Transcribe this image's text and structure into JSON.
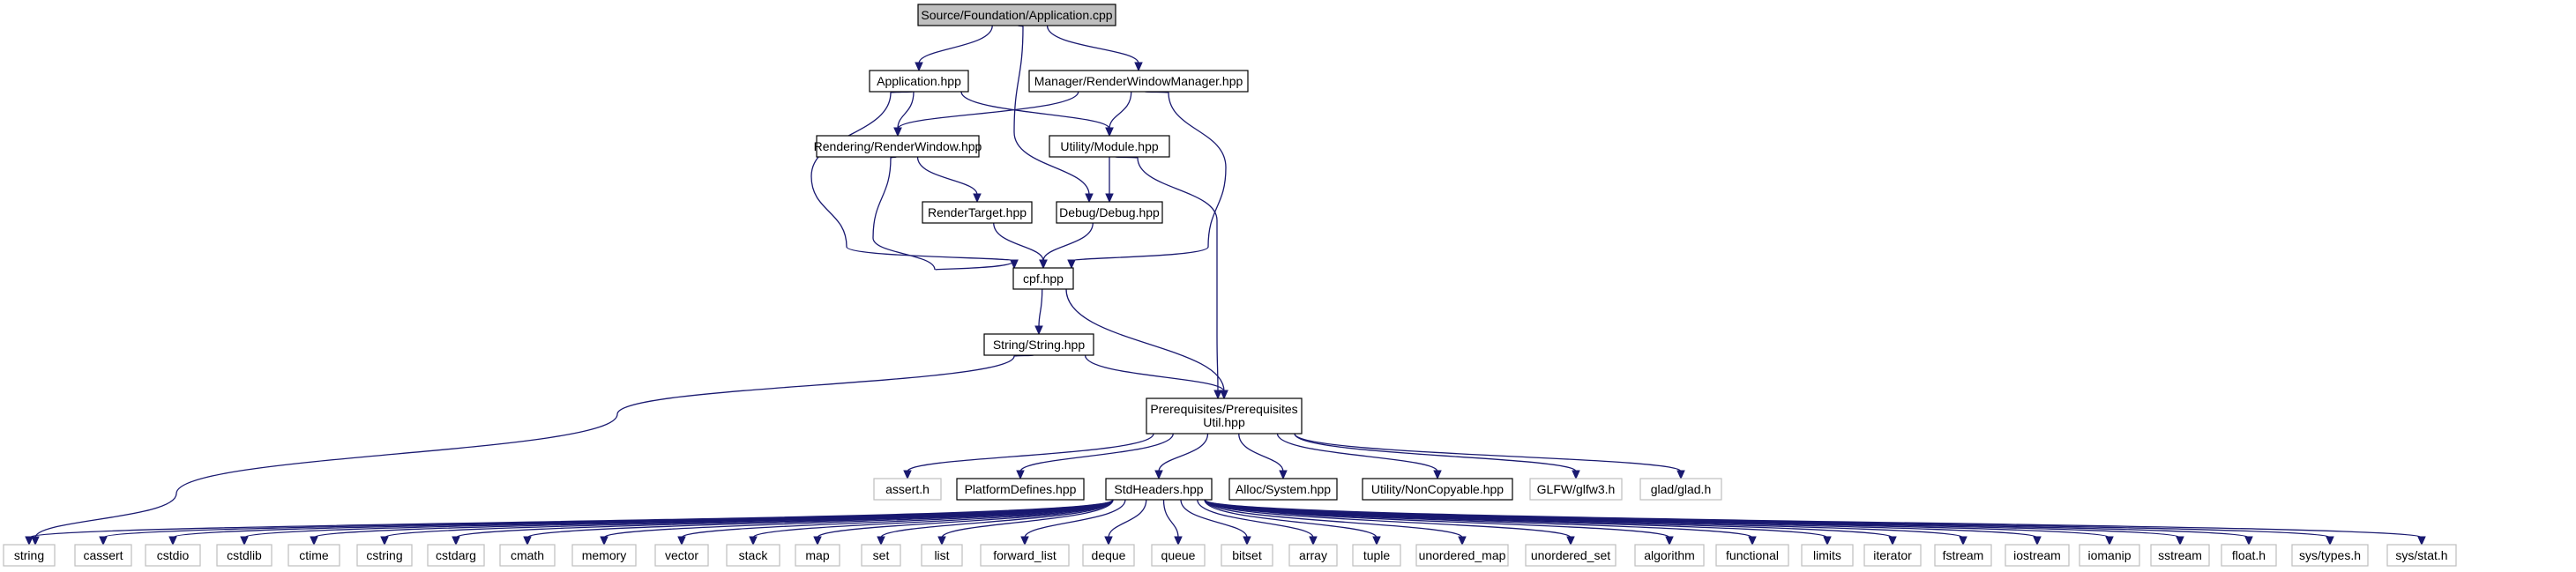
{
  "diagram": {
    "colors": {
      "edge": "#191970",
      "box_border": "#000000",
      "system_border": "#bfbfbf",
      "root_fill": "#bfbfbf"
    },
    "nodes": [
      {
        "id": "app_cpp",
        "label": "Source/Foundation/Application.cpp",
        "kind": "root"
      },
      {
        "id": "app_hpp",
        "label": "Application.hpp",
        "kind": "local"
      },
      {
        "id": "rwm_hpp",
        "label": "Manager/RenderWindowManager.hpp",
        "kind": "local"
      },
      {
        "id": "rw_hpp",
        "label": "Rendering/RenderWindow.hpp",
        "kind": "local"
      },
      {
        "id": "module_hpp",
        "label": "Utility/Module.hpp",
        "kind": "local"
      },
      {
        "id": "rt_hpp",
        "label": "RenderTarget.hpp",
        "kind": "local"
      },
      {
        "id": "debug_hpp",
        "label": "Debug/Debug.hpp",
        "kind": "local"
      },
      {
        "id": "cpf_hpp",
        "label": "cpf.hpp",
        "kind": "local"
      },
      {
        "id": "string_hpp",
        "label": "String/String.hpp",
        "kind": "local"
      },
      {
        "id": "prereq_hpp",
        "label": "Prerequisites/Prerequisites",
        "label2": "Util.hpp",
        "kind": "local"
      },
      {
        "id": "assert_h",
        "label": "assert.h",
        "kind": "system"
      },
      {
        "id": "platform_hpp",
        "label": "PlatformDefines.hpp",
        "kind": "local"
      },
      {
        "id": "stdheaders_hpp",
        "label": "StdHeaders.hpp",
        "kind": "local"
      },
      {
        "id": "alloc_hpp",
        "label": "Alloc/System.hpp",
        "kind": "local"
      },
      {
        "id": "noncopy_hpp",
        "label": "Utility/NonCopyable.hpp",
        "kind": "local"
      },
      {
        "id": "glfw_h",
        "label": "GLFW/glfw3.h",
        "kind": "system"
      },
      {
        "id": "glad_h",
        "label": "glad/glad.h",
        "kind": "system"
      },
      {
        "id": "s_string",
        "label": "string",
        "kind": "system"
      },
      {
        "id": "s_cassert",
        "label": "cassert",
        "kind": "system"
      },
      {
        "id": "s_cstdio",
        "label": "cstdio",
        "kind": "system"
      },
      {
        "id": "s_cstdlib",
        "label": "cstdlib",
        "kind": "system"
      },
      {
        "id": "s_ctime",
        "label": "ctime",
        "kind": "system"
      },
      {
        "id": "s_cstring",
        "label": "cstring",
        "kind": "system"
      },
      {
        "id": "s_cstdarg",
        "label": "cstdarg",
        "kind": "system"
      },
      {
        "id": "s_cmath",
        "label": "cmath",
        "kind": "system"
      },
      {
        "id": "s_memory",
        "label": "memory",
        "kind": "system"
      },
      {
        "id": "s_vector",
        "label": "vector",
        "kind": "system"
      },
      {
        "id": "s_stack",
        "label": "stack",
        "kind": "system"
      },
      {
        "id": "s_map",
        "label": "map",
        "kind": "system"
      },
      {
        "id": "s_set",
        "label": "set",
        "kind": "system"
      },
      {
        "id": "s_list",
        "label": "list",
        "kind": "system"
      },
      {
        "id": "s_forward_list",
        "label": "forward_list",
        "kind": "system"
      },
      {
        "id": "s_deque",
        "label": "deque",
        "kind": "system"
      },
      {
        "id": "s_queue",
        "label": "queue",
        "kind": "system"
      },
      {
        "id": "s_bitset",
        "label": "bitset",
        "kind": "system"
      },
      {
        "id": "s_array",
        "label": "array",
        "kind": "system"
      },
      {
        "id": "s_tuple",
        "label": "tuple",
        "kind": "system"
      },
      {
        "id": "s_unordered_map",
        "label": "unordered_map",
        "kind": "system"
      },
      {
        "id": "s_unordered_set",
        "label": "unordered_set",
        "kind": "system"
      },
      {
        "id": "s_algorithm",
        "label": "algorithm",
        "kind": "system"
      },
      {
        "id": "s_functional",
        "label": "functional",
        "kind": "system"
      },
      {
        "id": "s_limits",
        "label": "limits",
        "kind": "system"
      },
      {
        "id": "s_iterator",
        "label": "iterator",
        "kind": "system"
      },
      {
        "id": "s_fstream",
        "label": "fstream",
        "kind": "system"
      },
      {
        "id": "s_iostream",
        "label": "iostream",
        "kind": "system"
      },
      {
        "id": "s_iomanip",
        "label": "iomanip",
        "kind": "system"
      },
      {
        "id": "s_sstream",
        "label": "sstream",
        "kind": "system"
      },
      {
        "id": "s_float_h",
        "label": "float.h",
        "kind": "system"
      },
      {
        "id": "s_sys_types",
        "label": "sys/types.h",
        "kind": "system"
      },
      {
        "id": "s_sys_stat",
        "label": "sys/stat.h",
        "kind": "system"
      }
    ],
    "edges": [
      [
        "app_cpp",
        "app_hpp"
      ],
      [
        "app_cpp",
        "rwm_hpp"
      ],
      [
        "app_cpp",
        "debug_hpp"
      ],
      [
        "app_hpp",
        "rw_hpp"
      ],
      [
        "app_hpp",
        "module_hpp"
      ],
      [
        "app_hpp",
        "cpf_hpp"
      ],
      [
        "rwm_hpp",
        "rw_hpp"
      ],
      [
        "rwm_hpp",
        "module_hpp"
      ],
      [
        "rwm_hpp",
        "cpf_hpp"
      ],
      [
        "rw_hpp",
        "rt_hpp"
      ],
      [
        "rw_hpp",
        "cpf_hpp"
      ],
      [
        "module_hpp",
        "debug_hpp"
      ],
      [
        "module_hpp",
        "prereq_hpp"
      ],
      [
        "rt_hpp",
        "cpf_hpp"
      ],
      [
        "debug_hpp",
        "cpf_hpp"
      ],
      [
        "cpf_hpp",
        "string_hpp"
      ],
      [
        "cpf_hpp",
        "prereq_hpp"
      ],
      [
        "string_hpp",
        "prereq_hpp"
      ],
      [
        "string_hpp",
        "s_string"
      ],
      [
        "prereq_hpp",
        "assert_h"
      ],
      [
        "prereq_hpp",
        "platform_hpp"
      ],
      [
        "prereq_hpp",
        "stdheaders_hpp"
      ],
      [
        "prereq_hpp",
        "alloc_hpp"
      ],
      [
        "prereq_hpp",
        "noncopy_hpp"
      ],
      [
        "prereq_hpp",
        "glfw_h"
      ],
      [
        "prereq_hpp",
        "glad_h"
      ],
      [
        "stdheaders_hpp",
        "s_string"
      ],
      [
        "stdheaders_hpp",
        "s_cassert"
      ],
      [
        "stdheaders_hpp",
        "s_cstdio"
      ],
      [
        "stdheaders_hpp",
        "s_cstdlib"
      ],
      [
        "stdheaders_hpp",
        "s_ctime"
      ],
      [
        "stdheaders_hpp",
        "s_cstring"
      ],
      [
        "stdheaders_hpp",
        "s_cstdarg"
      ],
      [
        "stdheaders_hpp",
        "s_cmath"
      ],
      [
        "stdheaders_hpp",
        "s_memory"
      ],
      [
        "stdheaders_hpp",
        "s_vector"
      ],
      [
        "stdheaders_hpp",
        "s_stack"
      ],
      [
        "stdheaders_hpp",
        "s_map"
      ],
      [
        "stdheaders_hpp",
        "s_set"
      ],
      [
        "stdheaders_hpp",
        "s_list"
      ],
      [
        "stdheaders_hpp",
        "s_forward_list"
      ],
      [
        "stdheaders_hpp",
        "s_deque"
      ],
      [
        "stdheaders_hpp",
        "s_queue"
      ],
      [
        "stdheaders_hpp",
        "s_bitset"
      ],
      [
        "stdheaders_hpp",
        "s_array"
      ],
      [
        "stdheaders_hpp",
        "s_tuple"
      ],
      [
        "stdheaders_hpp",
        "s_unordered_map"
      ],
      [
        "stdheaders_hpp",
        "s_unordered_set"
      ],
      [
        "stdheaders_hpp",
        "s_algorithm"
      ],
      [
        "stdheaders_hpp",
        "s_functional"
      ],
      [
        "stdheaders_hpp",
        "s_limits"
      ],
      [
        "stdheaders_hpp",
        "s_iterator"
      ],
      [
        "stdheaders_hpp",
        "s_fstream"
      ],
      [
        "stdheaders_hpp",
        "s_iostream"
      ],
      [
        "stdheaders_hpp",
        "s_iomanip"
      ],
      [
        "stdheaders_hpp",
        "s_sstream"
      ],
      [
        "stdheaders_hpp",
        "s_float_h"
      ],
      [
        "stdheaders_hpp",
        "s_sys_types"
      ],
      [
        "stdheaders_hpp",
        "s_sys_stat"
      ]
    ]
  }
}
